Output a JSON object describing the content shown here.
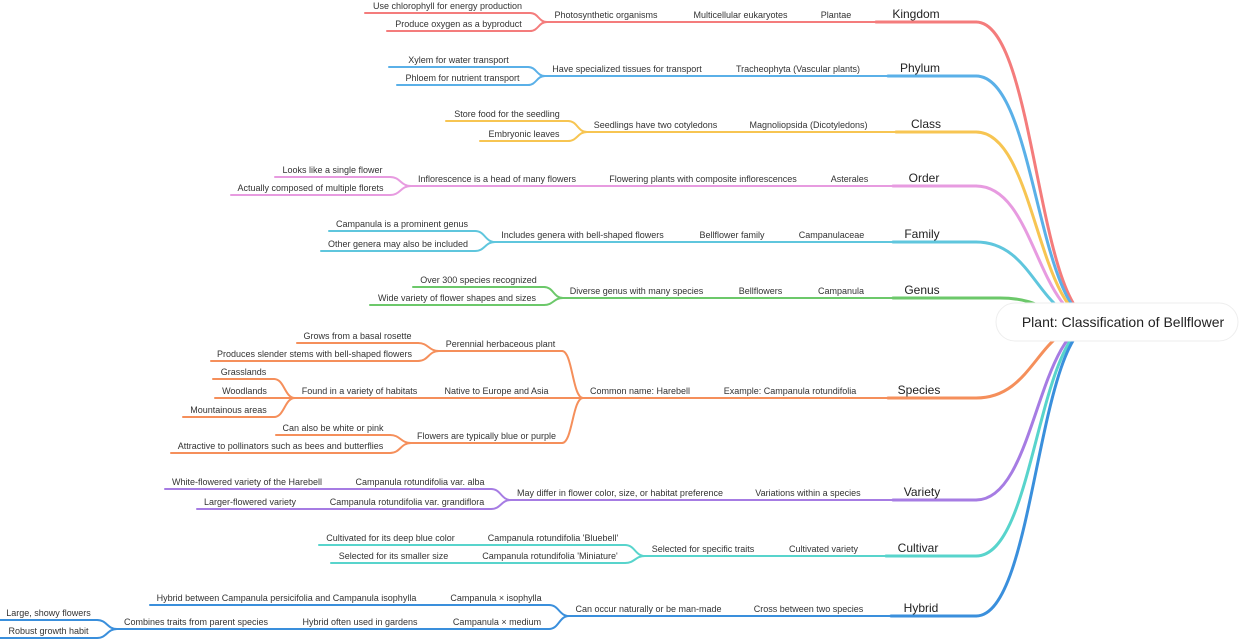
{
  "root": {
    "label": "Plant: Classification of Bellflower"
  },
  "colors": {
    "kingdom": "#f47c7c",
    "phylum": "#5ab0e8",
    "class": "#f7c552",
    "order": "#e79be0",
    "family": "#5fc6dd",
    "genus": "#6cc86a",
    "species": "#f58f5b",
    "variety": "#a67ce3",
    "cultivar": "#58d4cc",
    "hybrid": "#3a8fdc"
  },
  "branches": [
    {
      "id": "kingdom",
      "label": "Kingdom",
      "nodes": [
        "Plantae",
        "Multicellular eukaryotes",
        "Photosynthetic organisms",
        "Use chlorophyll for energy production",
        "Produce oxygen as a byproduct"
      ]
    },
    {
      "id": "phylum",
      "label": "Phylum",
      "nodes": [
        "Tracheophyta (Vascular plants)",
        "Have specialized tissues for transport",
        "Xylem for water transport",
        "Phloem for nutrient transport"
      ]
    },
    {
      "id": "class",
      "label": "Class",
      "nodes": [
        "Magnoliopsida (Dicotyledons)",
        "Seedlings have two cotyledons",
        "Store food for the seedling",
        "Embryonic leaves"
      ]
    },
    {
      "id": "order",
      "label": "Order",
      "nodes": [
        "Asterales",
        "Flowering plants with composite inflorescences",
        "Inflorescence is a head of many flowers",
        "Looks like a single flower",
        "Actually composed of multiple florets"
      ]
    },
    {
      "id": "family",
      "label": "Family",
      "nodes": [
        "Campanulaceae",
        "Bellflower family",
        "Includes genera with bell-shaped flowers",
        "Campanula is a prominent genus",
        "Other genera may also be included"
      ]
    },
    {
      "id": "genus",
      "label": "Genus",
      "nodes": [
        "Campanula",
        "Bellflowers",
        "Diverse genus with many species",
        "Over 300 species recognized",
        "Wide variety of flower shapes and sizes"
      ]
    },
    {
      "id": "species",
      "label": "Species",
      "nodes": [
        "Example: Campanula rotundifolia",
        "Common name: Harebell",
        "Perennial herbaceous plant",
        "Grows from a basal rosette",
        "Produces slender stems with bell-shaped flowers",
        "Native to Europe and Asia",
        "Found in a variety of habitats",
        "Grasslands",
        "Woodlands",
        "Mountainous areas",
        "Flowers are typically blue or purple",
        "Can also be white or pink",
        "Attractive to pollinators such as bees and butterflies"
      ]
    },
    {
      "id": "variety",
      "label": "Variety",
      "nodes": [
        "Variations within a species",
        "May differ in flower color, size, or habitat preference",
        "Campanula rotundifolia var. alba",
        "White-flowered variety of the Harebell",
        "Campanula rotundifolia var. grandiflora",
        "Larger-flowered variety"
      ]
    },
    {
      "id": "cultivar",
      "label": "Cultivar",
      "nodes": [
        "Cultivated variety",
        "Selected for specific traits",
        "Campanula rotundifolia 'Bluebell'",
        "Cultivated for its deep blue color",
        "Campanula rotundifolia 'Miniature'",
        "Selected for its smaller size"
      ]
    },
    {
      "id": "hybrid",
      "label": "Hybrid",
      "nodes": [
        "Cross between two species",
        "Can occur naturally or be man-made",
        "Campanula × isophylla",
        "Hybrid between Campanula persicifolia and Campanula isophylla",
        "Campanula × medium",
        "Hybrid often used in gardens",
        "Combines traits from parent species",
        "Large, showy flowers",
        "Robust growth habit"
      ]
    }
  ]
}
